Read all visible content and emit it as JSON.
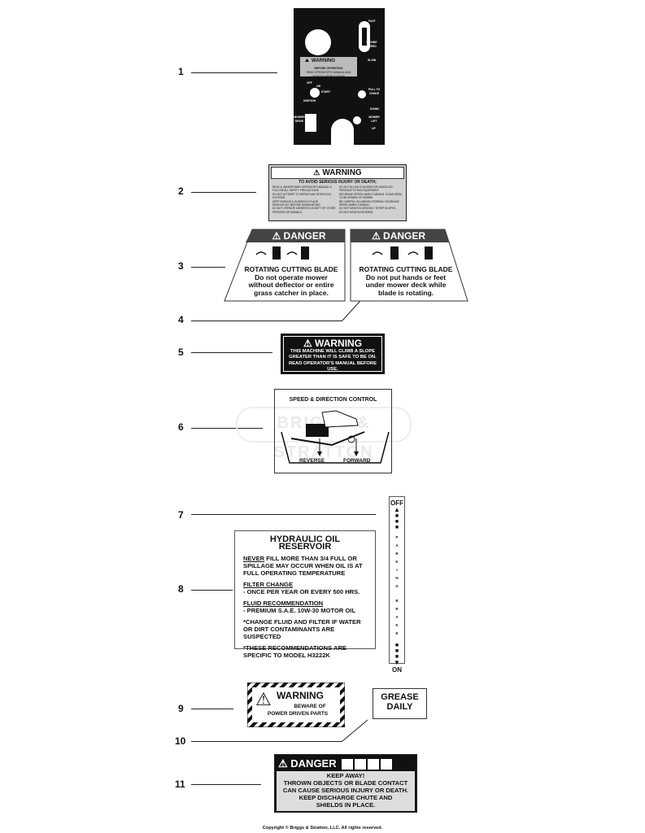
{
  "callouts": [
    "1",
    "2",
    "3",
    "4",
    "5",
    "6",
    "7",
    "8",
    "9",
    "10",
    "11"
  ],
  "panel": {
    "fast": "FAST",
    "engine_speed": "ENGINE SPEED",
    "slow": "SLOW",
    "warning": "WARNING",
    "before_operating": "BEFORE OPERATING",
    "read_manual": "READ OPERATOR'S MANUAL AND SAFETY INSTRUCTIONS",
    "off": "OFF",
    "on": "ON",
    "start": "START",
    "ignition": "IGNITION",
    "pull_to_choke": "PULL TO CHOKE",
    "down": "DOWN",
    "mower_lift": "MOWER LIFT",
    "up": "UP",
    "mower_drive": "MOWER DRIVE"
  },
  "warning2": {
    "title": "WARNING",
    "subtitle": "TO AVOID SERIOUS INJURY OR DEATH;",
    "left": [
      "READ & UNDERSTAND OPERATOR'S MANUAL & FOLLOW ALL SAFETY PRECAUTIONS",
      "DO NOT ATTEMPT TO DEFEAT ANY INTERLOCK SYSTEMS.",
      "KEEP SHIELDS & GUARDS IN PLACE.",
      "REMOVE KEY BEFORE DISMOUNTING.",
      "DO NOT OPERATE MOWER IN VICINITY OF OTHER PERSONS OR ANIMALS."
    ],
    "right": [
      "DO NOT ALLOW CHILDREN OR UNSKILLED PERSONS TO RUN EQUIPMENT.",
      "DECREASE SPEED WHEN TURNING. CLEAR AREA TO BE MOWED OF DEBRIS.",
      "BE CAREFUL ON UNEVEN TERRAIN. DECREASE SPEED WHEN TURNING.",
      "DO NOT MOW EXCESSIVELY STEEP SLOPES.",
      "DO NOT MOW IN REVERSE."
    ]
  },
  "danger3": {
    "title": "DANGER",
    "headline": "ROTATING CUTTING BLADE",
    "line1": "Do not operate mower",
    "line2": "without deflector or entire",
    "line3": "grass catcher in place."
  },
  "danger4": {
    "title": "DANGER",
    "headline": "ROTATING CUTTING BLADE",
    "line1": "Do not put hands or feet",
    "line2": "under mower deck while",
    "line3": "blade is rotating."
  },
  "warning5": {
    "title": "WARNING",
    "line1": "THIS MACHINE WILL CLIMB A SLOPE",
    "line2": "GREATER THAN IT IS SAFE TO BE ON.",
    "line3": "READ OPERATOR'S MANUAL BEFORE USE."
  },
  "speed": {
    "title": "SPEED & DIRECTION CONTROL",
    "reverse": "REVERSE",
    "forward": "FORWARD",
    "watermark": "BRIGGS & STRATTON"
  },
  "parking": {
    "off": "OFF",
    "letters": [
      "P",
      "A",
      "R",
      "K",
      "I",
      "N",
      "G",
      "",
      "B",
      "R",
      "A",
      "K",
      "E"
    ],
    "on": "ON"
  },
  "hydraulic": {
    "title": "HYDRAULIC OIL RESERVOIR",
    "p1_u": "NEVER",
    "p1": " FILL MORE THAN 3/4 FULL OR SPILLAGE MAY OCCUR WHEN OIL IS AT FULL OPERATING TEMPERATURE",
    "p2_h": "FILTER CHANGE",
    "p2": "- ONCE PER YEAR OR EVERY 500 HRS.",
    "p3_h": "FLUID RECOMMENDATION",
    "p3": "- PREMIUM S.A.E. 10W-30 MOTOR OIL",
    "p4": "*CHANGE FLUID AND FILTER IF WATER OR DIRT CONTAMINANTS ARE SUSPECTED",
    "p5": "*THESE RECOMMENDATIONS ARE SPECIFIC TO MODEL H3222K"
  },
  "warning9": {
    "title": "WARNING",
    "line1": "BEWARE OF",
    "line2": "POWER DRIVEN PARTS"
  },
  "grease": {
    "line1": "GREASE",
    "line2": "DAILY"
  },
  "danger11": {
    "title": "DANGER",
    "line1": "KEEP AWAY!",
    "line2": "THROWN OBJECTS OR BLADE CONTACT",
    "line3": "CAN CAUSE SERIOUS INJURY OR DEATH.",
    "line4": "KEEP DISCHARGE CHUTE AND",
    "line5": "SHIELDS IN PLACE."
  },
  "copyright": "Copyright © Briggs & Stratton, LLC. All rights reserved."
}
